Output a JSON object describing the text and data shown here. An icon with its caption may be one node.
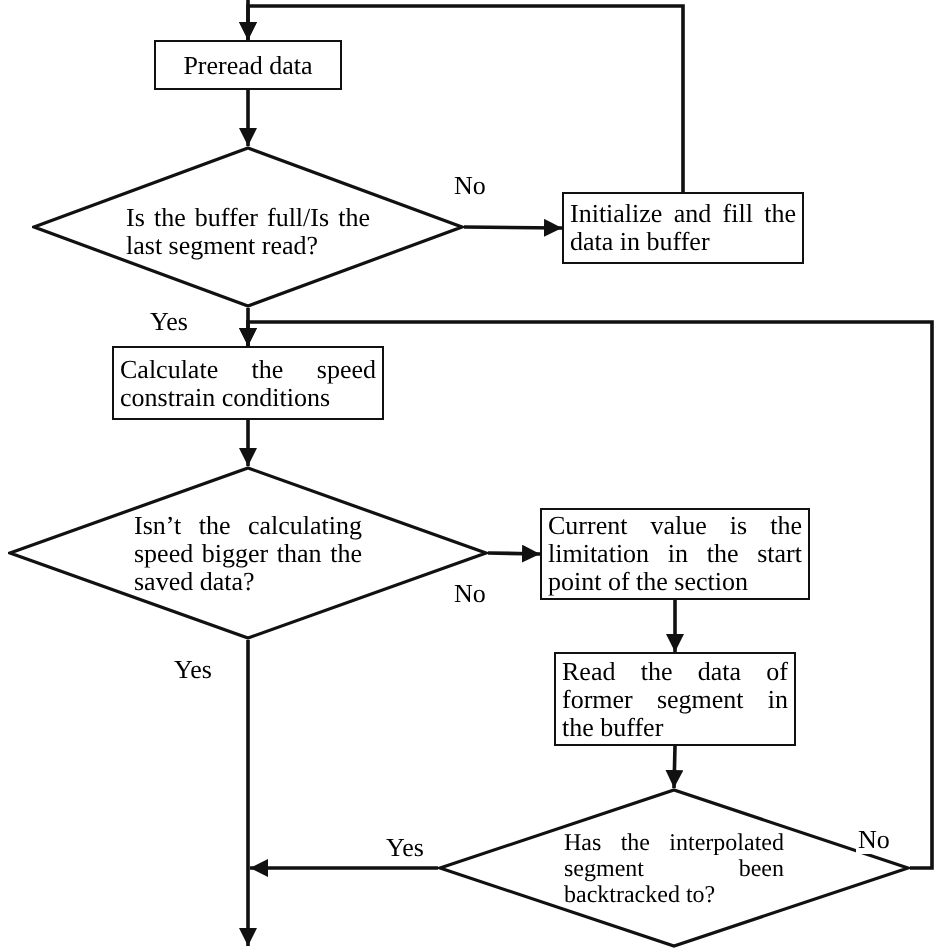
{
  "diagram": {
    "nodes": [
      {
        "text": [
          "Preread data"
        ]
      },
      {
        "text": [
          "Is the buffer full/Is the last segment read?"
        ]
      },
      {
        "text": [
          "Initialize and fill the data in buffer"
        ]
      },
      {
        "text": [
          "Calculate the speed constrain conditions"
        ]
      },
      {
        "text": [
          "Isn’t the calculating speed bigger than the saved data?"
        ]
      },
      {
        "text": [
          "Current value  is the limitation in the start point of the section"
        ]
      },
      {
        "text": [
          "Read the data of former segment in the buffer"
        ]
      },
      {
        "text": [
          "Has the interpolated segment been backtracked to?"
        ]
      }
    ],
    "edges": [
      {
        "from": null,
        "to": 0,
        "arrow": "to"
      },
      {
        "from": 2,
        "to": 0,
        "arrow": "to"
      },
      {
        "from": 0,
        "to": 1,
        "arrow": "to"
      },
      {
        "from": 1,
        "to": 2,
        "arrow": "to",
        "label": "No"
      },
      {
        "from": 1,
        "to": 3,
        "arrow": "to",
        "label": "Yes"
      },
      {
        "from": 7,
        "to": 3,
        "arrow": "to",
        "label": "No"
      },
      {
        "from": 3,
        "to": 4,
        "arrow": "to"
      },
      {
        "from": 4,
        "to": 5,
        "arrow": "to",
        "label": "No"
      },
      {
        "from": 5,
        "to": 6,
        "arrow": "to"
      },
      {
        "from": 6,
        "to": 7,
        "arrow": "to"
      },
      {
        "from": 4,
        "to": null,
        "arrow": "to",
        "label": "Yes"
      },
      {
        "from": 7,
        "to": null,
        "arrow": "to",
        "label": "Yes"
      }
    ]
  }
}
